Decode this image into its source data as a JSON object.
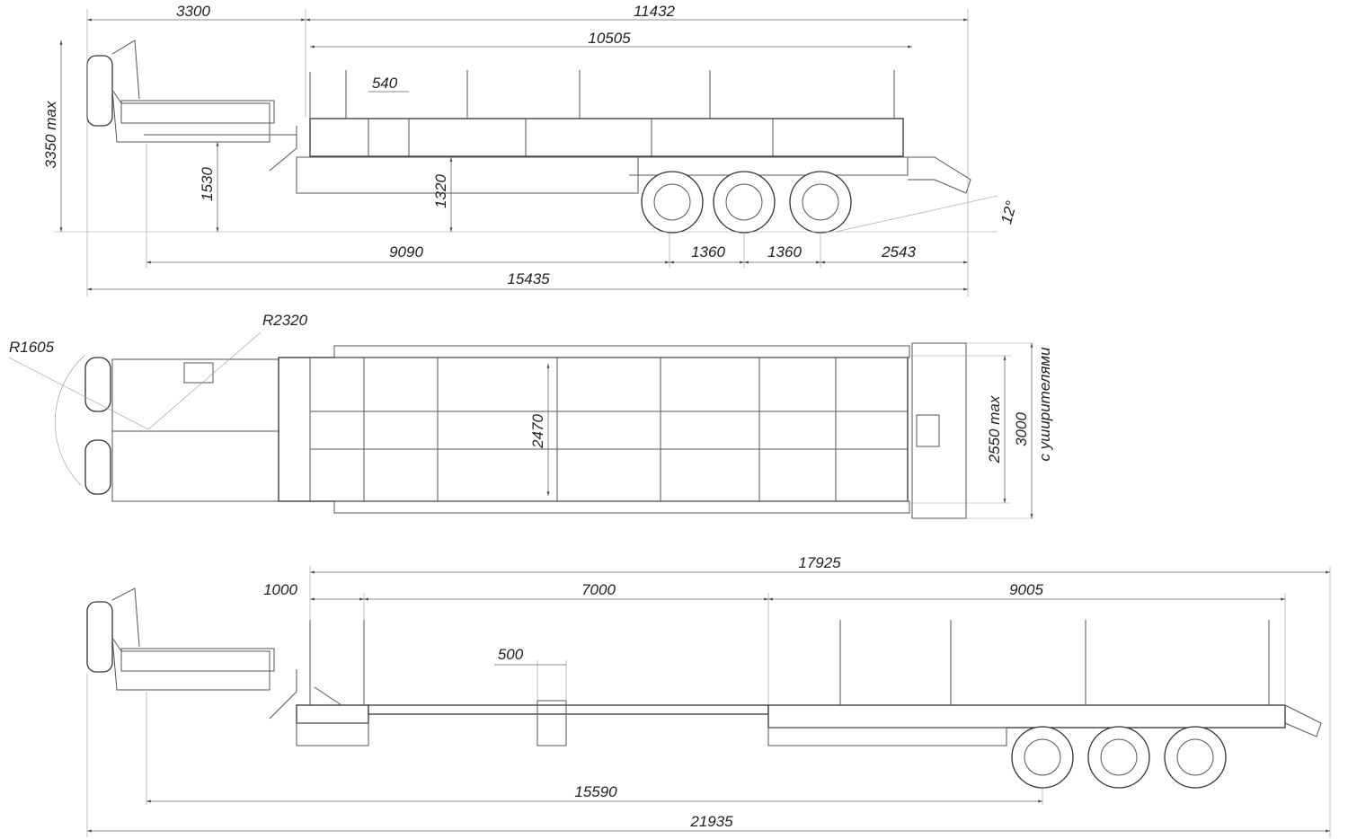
{
  "side_view_transport": {
    "dims": {
      "front_overhang": "3300",
      "trailer_length": "11432",
      "deck_length": "10505",
      "stake_pitch": "540",
      "height": "3350 max",
      "fifth_wheel_height": "1530",
      "deck_height": "1320",
      "ramp_angle": "12°",
      "kingpin_to_axle": "9090",
      "axle_spacing_1": "1360",
      "axle_spacing_2": "1360",
      "rear_overhang": "2543",
      "overall_length": "15435"
    }
  },
  "plan_view": {
    "dims": {
      "swing_radius_front": "R1605",
      "swing_radius_rear": "R2320",
      "deck_inner_width": "2470",
      "width": "2550 max",
      "width_extended": "3000",
      "width_extended_note": "с уширителями"
    }
  },
  "side_view_extended": {
    "dims": {
      "extended_trailer_length": "17925",
      "gooseneck": "1000",
      "extension": "7000",
      "rear_section": "9005",
      "support_width": "500",
      "kingpin_to_axle": "15590",
      "overall_length": "21935"
    }
  }
}
